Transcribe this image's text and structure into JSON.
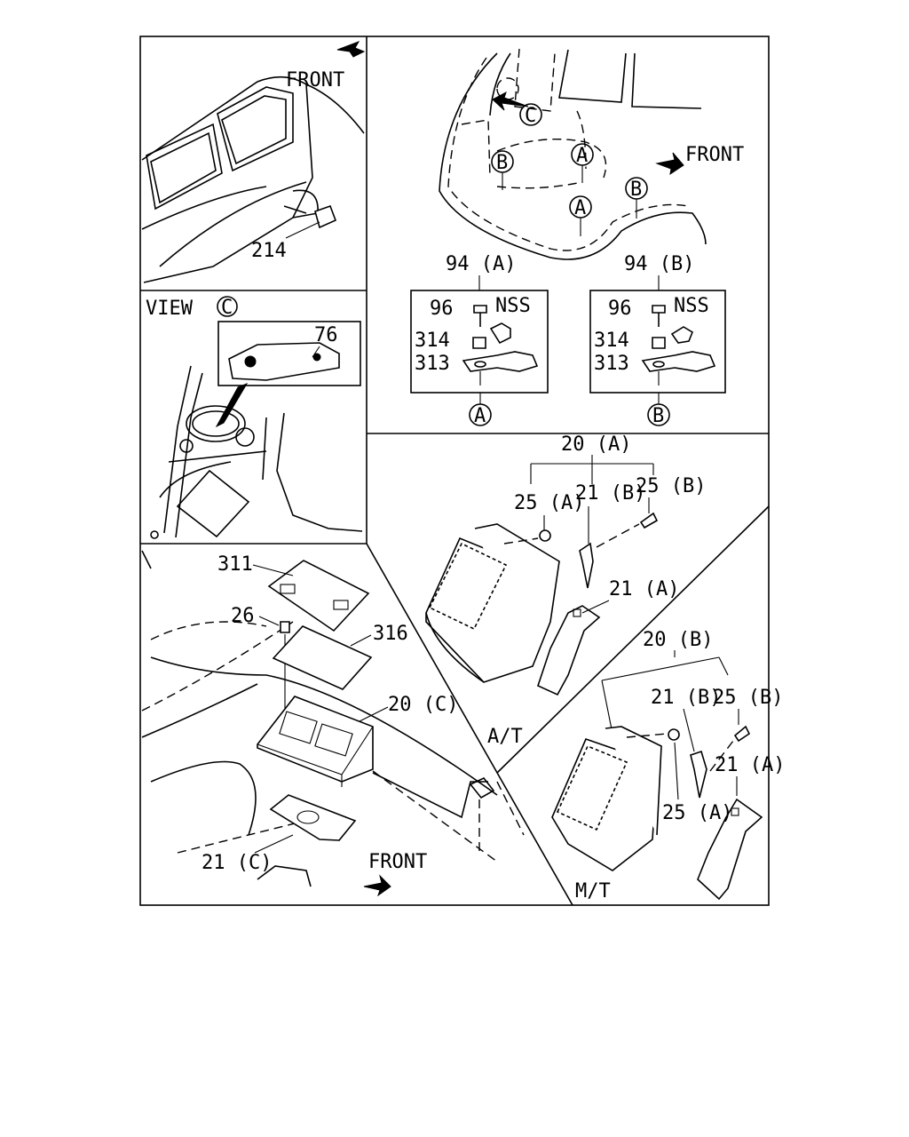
{
  "panels": {
    "body_side": {
      "front": "FRONT",
      "part": "214"
    },
    "rear_locations": {
      "front": "FRONT",
      "markers": [
        "C",
        "B",
        "A",
        "A",
        "B"
      ],
      "group_a": {
        "title": "94 (A)",
        "bolt": "96",
        "nss": "NSS",
        "collar": "314",
        "bracket": "313",
        "marker": "A"
      },
      "group_b": {
        "title": "94 (B)",
        "bolt": "96",
        "nss": "NSS",
        "collar": "314",
        "bracket": "313",
        "marker": "B"
      }
    },
    "view_c": {
      "view": "VIEW",
      "marker": "C",
      "part": "76"
    },
    "battery": {
      "cover": "311",
      "nut": "26",
      "plate": "316",
      "tray": "20 (C)",
      "bracket": "21 (C)",
      "front": "FRONT"
    },
    "at_mount": {
      "assembly": "20 (A)",
      "bolt_a": "25 (A)",
      "bracket_b": "21 (B)",
      "bolt_b": "25 (B)",
      "bracket_a": "21 (A)",
      "label": "A/T"
    },
    "mt_mount": {
      "assembly": "20 (B)",
      "bracket_b": "21 (B)",
      "bolt_b": "25 (B)",
      "bracket_a": "21 (A)",
      "bolt_a": "25 (A)",
      "label": "M/T"
    }
  }
}
